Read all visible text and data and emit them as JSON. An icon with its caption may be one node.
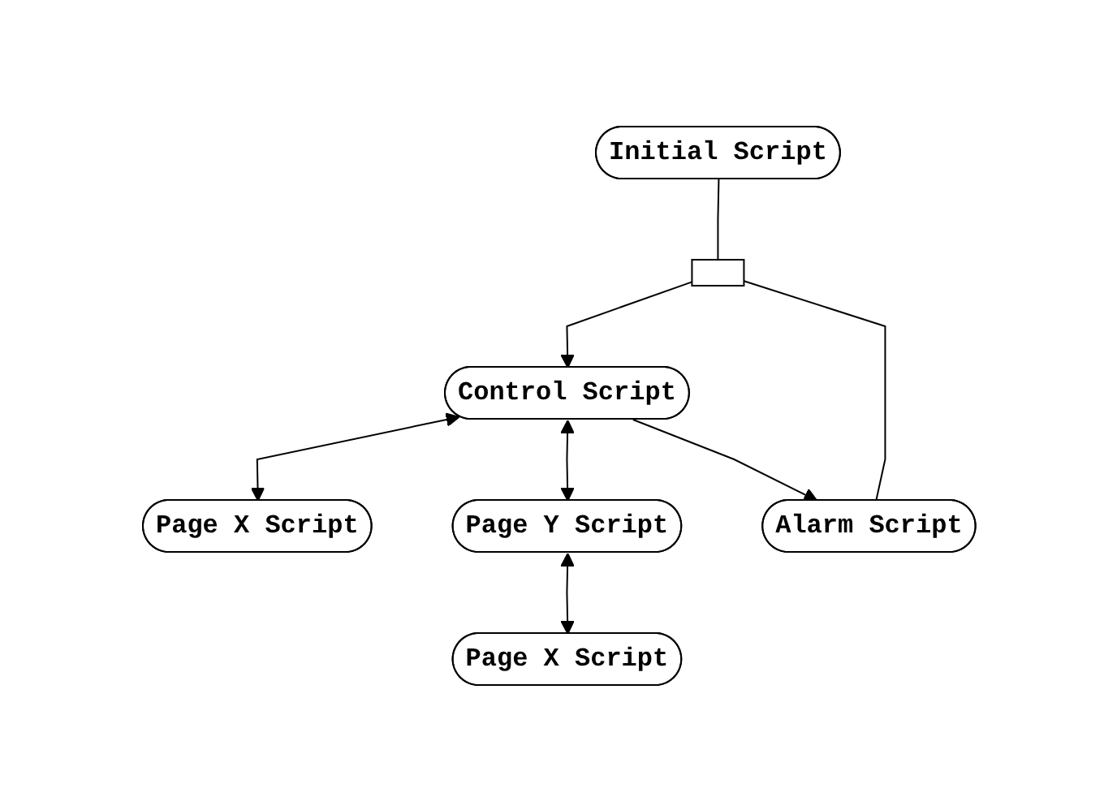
{
  "diagram": {
    "nodes": [
      {
        "text": [
          "Initial Script"
        ]
      },
      {
        "text": [],
        "shape": "box"
      },
      {
        "text": [
          "Page X Script"
        ]
      },
      {
        "text": [
          "Control Script"
        ]
      },
      {
        "text": [
          "Page Y Script"
        ]
      },
      {
        "text": [
          "Page X Script"
        ]
      },
      {
        "text": [
          "Alarm Script"
        ]
      }
    ],
    "edges": [
      {
        "from": 0,
        "to": 1,
        "arrow": "none"
      },
      {
        "from": 1,
        "to": 3,
        "arrow": "to"
      },
      {
        "from": 3,
        "to": 2,
        "arrow": "both"
      },
      {
        "from": 3,
        "to": 4,
        "arrow": "both"
      },
      {
        "from": 4,
        "to": 5,
        "arrow": "both"
      },
      {
        "from": 3,
        "to": 6,
        "arrow": "to"
      },
      {
        "from": 6,
        "to": 1,
        "arrow": "none"
      }
    ]
  }
}
